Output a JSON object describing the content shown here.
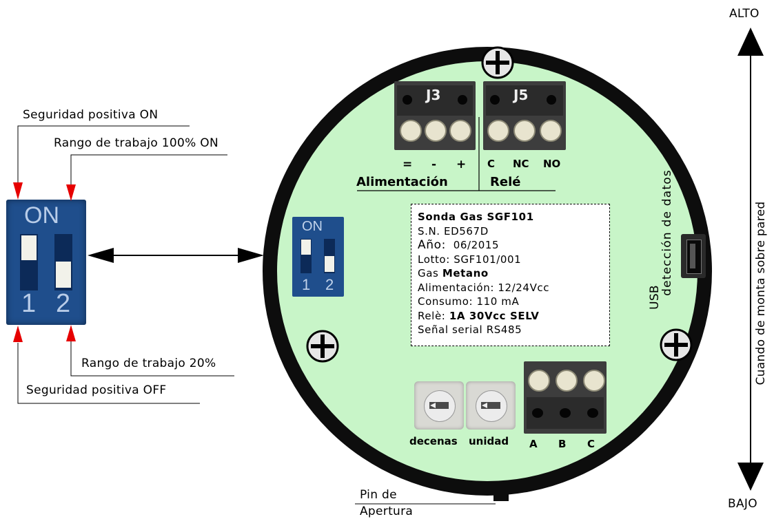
{
  "orientation": {
    "top_label": "ALTO",
    "bottom_label": "BAJO",
    "side_text": "Cuando de monta sobre pared"
  },
  "dip_switch": {
    "on_text": "ON",
    "num_1": "1",
    "num_2": "2",
    "callouts": {
      "safety_on": "Seguridad positiva ON",
      "range_100": "Rango de trabajo 100% ON",
      "range_20": "Rango de trabajo 20%",
      "safety_off": "Seguridad positiva OFF"
    }
  },
  "board": {
    "bg_color": "#c8f5c8",
    "j3": {
      "name": "J3",
      "pins": [
        "=",
        "-",
        "+"
      ],
      "caption": "Alimentación"
    },
    "j5": {
      "name": "J5",
      "pins": [
        "C",
        "NC",
        "NO"
      ],
      "caption": "Relé"
    },
    "usb": {
      "line1": "USB",
      "line2": "detección de datos"
    },
    "bottom_connector_pins": [
      "A",
      "B",
      "C"
    ],
    "rotary": {
      "left_label": "decenas",
      "right_label": "unidad"
    },
    "pin_label_line1": "Pin de",
    "pin_label_line2": "Apertura"
  },
  "product_label": {
    "line1": "Sonda Gas  SGF101",
    "line2": "S.N.  ED567D",
    "line3_prefix": "Año:",
    "line3_value": "06/2015",
    "line4": "Lotto:  SGF101/001",
    "line5_prefix": "Gas",
    "line5_value": "Metano",
    "line6": "Alimentación:   12/24Vcc",
    "line7": "Consumo:  110  mA",
    "line8_prefix": "Relè:",
    "line8_value": "1A  30Vcc   SELV",
    "line9": "Señal  serial  RS485"
  },
  "icons": {
    "screw": "phillips-screw-icon",
    "arrow": "double-arrow-icon"
  }
}
